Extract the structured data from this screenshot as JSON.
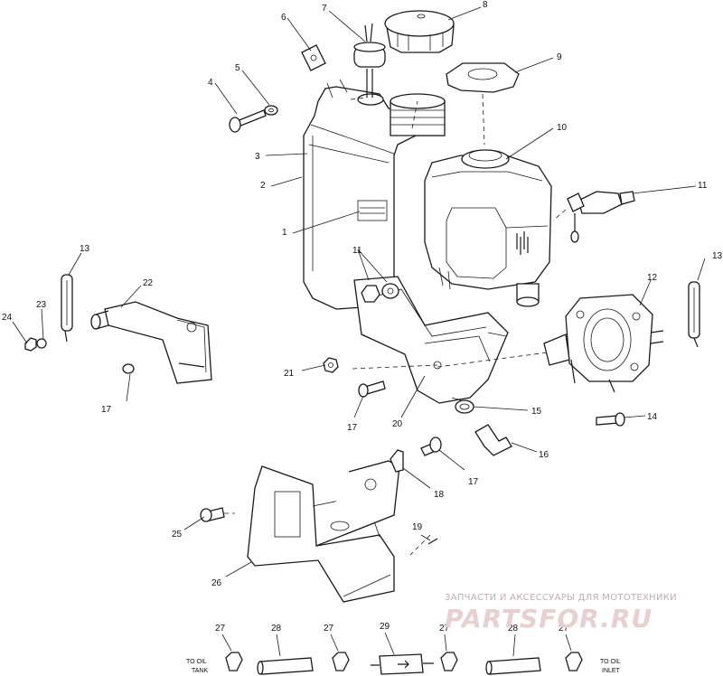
{
  "callouts": [
    {
      "key": "c1",
      "text": "1"
    },
    {
      "key": "c2",
      "text": "2"
    },
    {
      "key": "c3",
      "text": "3"
    },
    {
      "key": "c4",
      "text": "4"
    },
    {
      "key": "c5",
      "text": "5"
    },
    {
      "key": "c6",
      "text": "6"
    },
    {
      "key": "c7",
      "text": "7"
    },
    {
      "key": "c8",
      "text": "8"
    },
    {
      "key": "c9",
      "text": "9"
    },
    {
      "key": "c10",
      "text": "10"
    },
    {
      "key": "c11a",
      "text": "11"
    },
    {
      "key": "c11b",
      "text": "11"
    },
    {
      "key": "c12",
      "text": "12"
    },
    {
      "key": "c13a",
      "text": "13"
    },
    {
      "key": "c13b",
      "text": "13"
    },
    {
      "key": "c14",
      "text": "14"
    },
    {
      "key": "c15",
      "text": "15"
    },
    {
      "key": "c16",
      "text": "16"
    },
    {
      "key": "c17a",
      "text": "17"
    },
    {
      "key": "c17b",
      "text": "17"
    },
    {
      "key": "c17c",
      "text": "17"
    },
    {
      "key": "c18",
      "text": "18"
    },
    {
      "key": "c19",
      "text": "19"
    },
    {
      "key": "c20",
      "text": "20"
    },
    {
      "key": "c21",
      "text": "21"
    },
    {
      "key": "c22",
      "text": "22"
    },
    {
      "key": "c23",
      "text": "23"
    },
    {
      "key": "c24",
      "text": "24"
    },
    {
      "key": "c25",
      "text": "25"
    },
    {
      "key": "c26",
      "text": "26"
    },
    {
      "key": "c27a",
      "text": "27"
    },
    {
      "key": "c28a",
      "text": "28"
    },
    {
      "key": "c27b",
      "text": "27"
    },
    {
      "key": "c29",
      "text": "29"
    },
    {
      "key": "c27c",
      "text": "27"
    },
    {
      "key": "c28b",
      "text": "28"
    },
    {
      "key": "c27d",
      "text": "27"
    }
  ],
  "notes": {
    "to_oil_tank_line1": "TO OIL",
    "to_oil_tank_line2": "TANK",
    "to_oil_inlet_line1": "TO OIL",
    "to_oil_inlet_line2": "INLET"
  },
  "watermark": {
    "caption": "ЗАПЧАСТИ И АКСЕССУАРЫ ДЛЯ МОТОТЕХНИКИ",
    "brand": "PARTSFOR.RU"
  }
}
